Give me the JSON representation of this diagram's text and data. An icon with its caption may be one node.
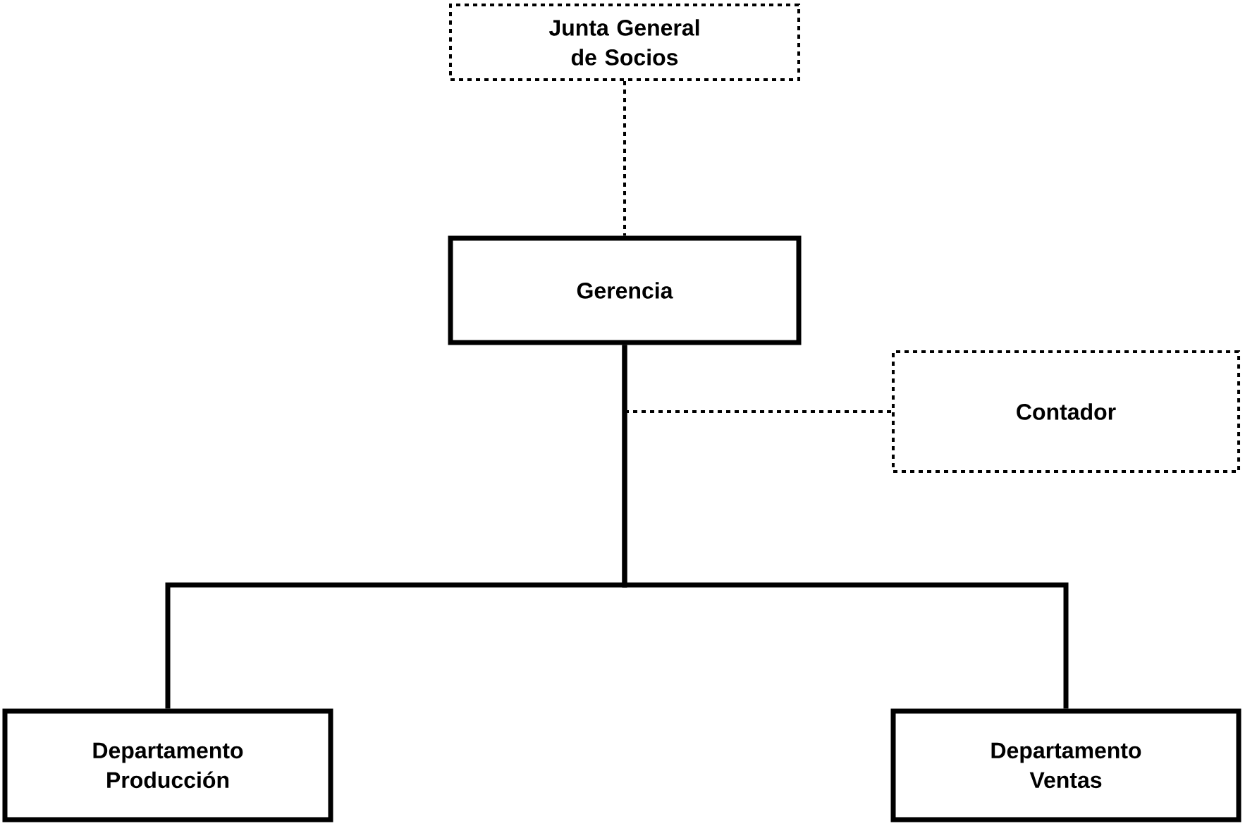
{
  "diagram": {
    "nodes": [
      {
        "text": [
          "Junta General de Socios"
        ]
      },
      {
        "text": [
          "Gerencia"
        ]
      },
      {
        "text": [
          "Contador"
        ]
      },
      {
        "text": [
          "Departamento Producción"
        ]
      },
      {
        "text": [
          "Departamento Ventas"
        ]
      }
    ],
    "edges": [
      {
        "from": 0,
        "to": 1,
        "arrow": "none",
        "style": "dashed"
      },
      {
        "from": 1,
        "to": 2,
        "arrow": "none",
        "style": "dashed"
      },
      {
        "from": 1,
        "to": 3,
        "arrow": "none"
      },
      {
        "from": 1,
        "to": 4,
        "arrow": "none"
      }
    ]
  }
}
